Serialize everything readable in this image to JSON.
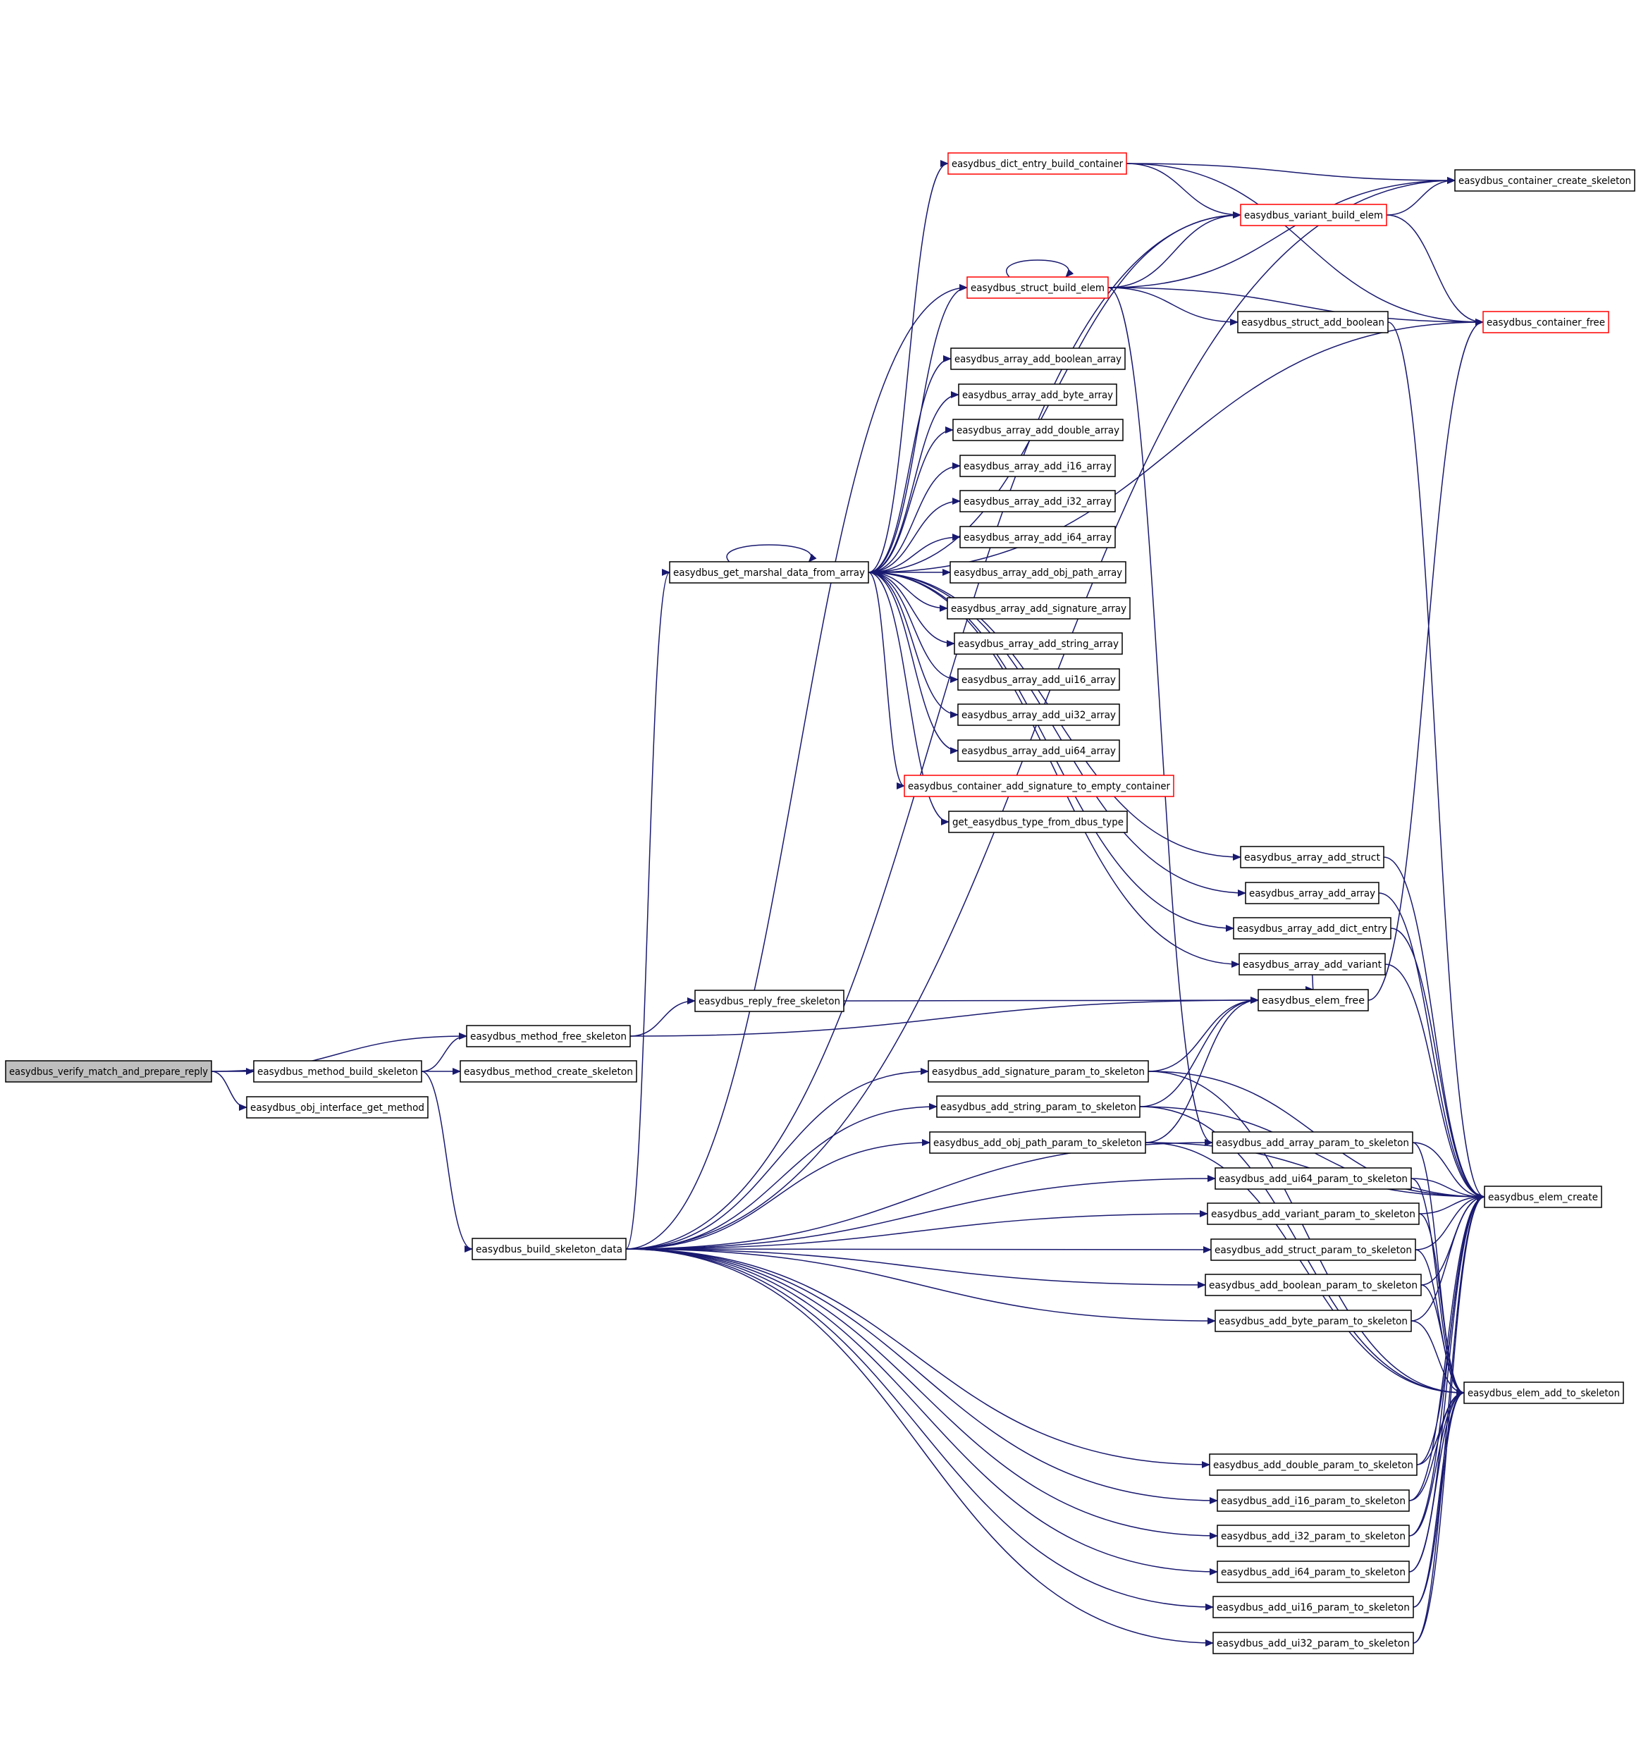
{
  "colors": {
    "edge": "#191970",
    "node_border": "#000000",
    "truncated_border": "#ff0000",
    "root_fill": "#bfbfbf",
    "node_fill": "#ffffff",
    "background": "#ffffff"
  },
  "nodes": {
    "verify": "easydbus_verify_match_and_prepare_reply",
    "method_free": "easydbus_method_free_skeleton",
    "method_build": "easydbus_method_build_skeleton",
    "obj_iface": "easydbus_obj_interface_get_method",
    "method_create": "easydbus_method_create_skeleton",
    "build_data": "easydbus_build_skeleton_data",
    "reply_free": "easydbus_reply_free_skeleton",
    "marshal": "easydbus_get_marshal_data_from_array",
    "dict_build": "easydbus_dict_entry_build_container",
    "container_create": "easydbus_container_create_skeleton",
    "variant_build": "easydbus_variant_build_elem",
    "struct_build": "easydbus_struct_build_elem",
    "struct_add_bool": "easydbus_struct_add_boolean",
    "container_free": "easydbus_container_free",
    "arr_bool": "easydbus_array_add_boolean_array",
    "arr_byte": "easydbus_array_add_byte_array",
    "arr_double": "easydbus_array_add_double_array",
    "arr_i16": "easydbus_array_add_i16_array",
    "arr_i32": "easydbus_array_add_i32_array",
    "arr_i64": "easydbus_array_add_i64_array",
    "arr_obj": "easydbus_array_add_obj_path_array",
    "arr_sig": "easydbus_array_add_signature_array",
    "arr_str": "easydbus_array_add_string_array",
    "arr_ui16": "easydbus_array_add_ui16_array",
    "arr_ui32": "easydbus_array_add_ui32_array",
    "arr_ui64": "easydbus_array_add_ui64_array",
    "cont_sig": "easydbus_container_add_signature_to_empty_container",
    "get_type": "get_easydbus_type_from_dbus_type",
    "arr_struct": "easydbus_array_add_struct",
    "arr_array": "easydbus_array_add_array",
    "arr_dict": "easydbus_array_add_dict_entry",
    "arr_variant": "easydbus_array_add_variant",
    "elem_free": "easydbus_elem_free",
    "p_sig": "easydbus_add_signature_param_to_skeleton",
    "p_str": "easydbus_add_string_param_to_skeleton",
    "p_obj": "easydbus_add_obj_path_param_to_skeleton",
    "p_array": "easydbus_add_array_param_to_skeleton",
    "p_ui64": "easydbus_add_ui64_param_to_skeleton",
    "p_variant": "easydbus_add_variant_param_to_skeleton",
    "p_struct": "easydbus_add_struct_param_to_skeleton",
    "p_bool": "easydbus_add_boolean_param_to_skeleton",
    "p_byte": "easydbus_add_byte_param_to_skeleton",
    "elem_create": "easydbus_elem_create",
    "elem_add": "easydbus_elem_add_to_skeleton",
    "p_double": "easydbus_add_double_param_to_skeleton",
    "p_i16": "easydbus_add_i16_param_to_skeleton",
    "p_i32": "easydbus_add_i32_param_to_skeleton",
    "p_i64": "easydbus_add_i64_param_to_skeleton",
    "p_ui16": "easydbus_add_ui16_param_to_skeleton",
    "p_ui32": "easydbus_add_ui32_param_to_skeleton"
  },
  "truncated_nodes": [
    "dict_build",
    "variant_build",
    "struct_build",
    "container_free",
    "cont_sig"
  ],
  "root_node": "verify",
  "edges": [
    [
      "verify",
      "method_free"
    ],
    [
      "verify",
      "method_build"
    ],
    [
      "verify",
      "obj_iface"
    ],
    [
      "method_build",
      "method_free"
    ],
    [
      "method_build",
      "method_create"
    ],
    [
      "method_build",
      "build_data"
    ],
    [
      "method_free",
      "reply_free"
    ],
    [
      "method_free",
      "elem_free"
    ],
    [
      "reply_free",
      "elem_free"
    ],
    [
      "build_data",
      "marshal"
    ],
    [
      "build_data",
      "variant_build"
    ],
    [
      "build_data",
      "struct_build"
    ],
    [
      "build_data",
      "container_create"
    ],
    [
      "build_data",
      "p_sig"
    ],
    [
      "build_data",
      "p_str"
    ],
    [
      "build_data",
      "p_obj"
    ],
    [
      "build_data",
      "p_array"
    ],
    [
      "build_data",
      "p_ui64"
    ],
    [
      "build_data",
      "p_variant"
    ],
    [
      "build_data",
      "p_struct"
    ],
    [
      "build_data",
      "p_bool"
    ],
    [
      "build_data",
      "p_byte"
    ],
    [
      "build_data",
      "p_double"
    ],
    [
      "build_data",
      "p_i16"
    ],
    [
      "build_data",
      "p_i32"
    ],
    [
      "build_data",
      "p_i64"
    ],
    [
      "build_data",
      "p_ui16"
    ],
    [
      "build_data",
      "p_ui32"
    ],
    [
      "marshal",
      "marshal"
    ],
    [
      "marshal",
      "dict_build"
    ],
    [
      "marshal",
      "variant_build"
    ],
    [
      "marshal",
      "struct_build"
    ],
    [
      "marshal",
      "container_free"
    ],
    [
      "marshal",
      "arr_bool"
    ],
    [
      "marshal",
      "arr_byte"
    ],
    [
      "marshal",
      "arr_double"
    ],
    [
      "marshal",
      "arr_i16"
    ],
    [
      "marshal",
      "arr_i32"
    ],
    [
      "marshal",
      "arr_i64"
    ],
    [
      "marshal",
      "arr_obj"
    ],
    [
      "marshal",
      "arr_sig"
    ],
    [
      "marshal",
      "arr_str"
    ],
    [
      "marshal",
      "arr_ui16"
    ],
    [
      "marshal",
      "arr_ui32"
    ],
    [
      "marshal",
      "arr_ui64"
    ],
    [
      "marshal",
      "cont_sig"
    ],
    [
      "marshal",
      "get_type"
    ],
    [
      "marshal",
      "arr_struct"
    ],
    [
      "marshal",
      "arr_array"
    ],
    [
      "marshal",
      "arr_dict"
    ],
    [
      "marshal",
      "arr_variant"
    ],
    [
      "dict_build",
      "container_create"
    ],
    [
      "dict_build",
      "variant_build"
    ],
    [
      "dict_build",
      "container_free"
    ],
    [
      "variant_build",
      "container_create"
    ],
    [
      "variant_build",
      "container_free"
    ],
    [
      "struct_build",
      "struct_build"
    ],
    [
      "struct_build",
      "variant_build"
    ],
    [
      "struct_build",
      "container_create"
    ],
    [
      "struct_build",
      "container_free"
    ],
    [
      "struct_build",
      "struct_add_bool"
    ],
    [
      "struct_build",
      "p_array"
    ],
    [
      "struct_add_bool",
      "elem_create"
    ],
    [
      "arr_struct",
      "elem_create"
    ],
    [
      "arr_array",
      "elem_create"
    ],
    [
      "arr_dict",
      "elem_create"
    ],
    [
      "arr_variant",
      "elem_create"
    ],
    [
      "arr_variant",
      "elem_free"
    ],
    [
      "elem_free",
      "container_free"
    ],
    [
      "p_sig",
      "elem_free"
    ],
    [
      "p_sig",
      "elem_create"
    ],
    [
      "p_sig",
      "elem_add"
    ],
    [
      "p_str",
      "elem_free"
    ],
    [
      "p_str",
      "elem_create"
    ],
    [
      "p_str",
      "elem_add"
    ],
    [
      "p_obj",
      "elem_free"
    ],
    [
      "p_obj",
      "elem_create"
    ],
    [
      "p_obj",
      "elem_add"
    ],
    [
      "p_array",
      "elem_create"
    ],
    [
      "p_array",
      "elem_add"
    ],
    [
      "p_ui64",
      "elem_create"
    ],
    [
      "p_ui64",
      "elem_add"
    ],
    [
      "p_variant",
      "elem_create"
    ],
    [
      "p_variant",
      "elem_add"
    ],
    [
      "p_struct",
      "elem_create"
    ],
    [
      "p_struct",
      "elem_add"
    ],
    [
      "p_bool",
      "elem_create"
    ],
    [
      "p_bool",
      "elem_add"
    ],
    [
      "p_byte",
      "elem_create"
    ],
    [
      "p_byte",
      "elem_add"
    ],
    [
      "p_double",
      "elem_create"
    ],
    [
      "p_double",
      "elem_add"
    ],
    [
      "p_i16",
      "elem_create"
    ],
    [
      "p_i16",
      "elem_add"
    ],
    [
      "p_i32",
      "elem_create"
    ],
    [
      "p_i32",
      "elem_add"
    ],
    [
      "p_i64",
      "elem_create"
    ],
    [
      "p_i64",
      "elem_add"
    ],
    [
      "p_ui16",
      "elem_create"
    ],
    [
      "p_ui16",
      "elem_add"
    ],
    [
      "p_ui32",
      "elem_create"
    ],
    [
      "p_ui32",
      "elem_add"
    ]
  ]
}
